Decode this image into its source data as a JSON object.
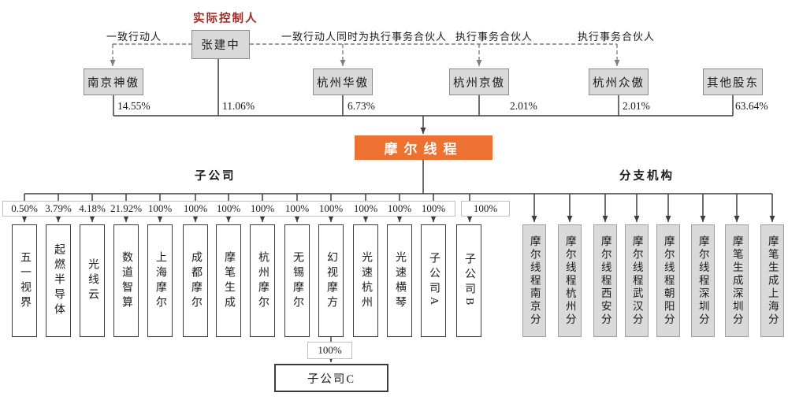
{
  "top": {
    "controller_tag": "实际控制人",
    "controller": {
      "name": "张建中",
      "pct": "11.06%"
    },
    "relation_labels": [
      {
        "label": "一致行动人"
      },
      {
        "label": "一致行动人同时为执行事务合伙人"
      },
      {
        "label": "执行事务合伙人"
      },
      {
        "label": "执行事务合伙人"
      }
    ],
    "shareholders": [
      {
        "name": "南京神傲",
        "pct": "14.55%"
      },
      {
        "name": "杭州华傲",
        "pct": "6.73%"
      },
      {
        "name": "杭州京傲",
        "pct": "2.01%"
      },
      {
        "name": "杭州众傲",
        "pct": "2.01%"
      },
      {
        "name": "其他股东",
        "pct": "63.64%"
      }
    ]
  },
  "company": {
    "name": "摩尔线程",
    "accent_color": "#ed7231"
  },
  "sections": {
    "subsidiaries_label": "子公司",
    "branches_label": "分支机构"
  },
  "subsidiaries": [
    {
      "name": "五一视界",
      "pct": "0.50%"
    },
    {
      "name": "起燃半导体",
      "pct": "3.79%"
    },
    {
      "name": "光线云",
      "pct": "4.18%"
    },
    {
      "name": "数道智算",
      "pct": "21.92%"
    },
    {
      "name": "上海摩尔",
      "pct": "100%"
    },
    {
      "name": "成都摩尔",
      "pct": "100%"
    },
    {
      "name": "摩笔生成",
      "pct": "100%"
    },
    {
      "name": "杭州摩尔",
      "pct": "100%"
    },
    {
      "name": "无锡摩尔",
      "pct": "100%"
    },
    {
      "name": "幻视摩方",
      "pct": "100%"
    },
    {
      "name": "光速杭州",
      "pct": "100%"
    },
    {
      "name": "光速横琴",
      "pct": "100%"
    },
    {
      "name": "子公司A",
      "pct": "100%"
    },
    {
      "name": "子公司B",
      "pct": "100%"
    }
  ],
  "grandchild": {
    "name": "子公司C",
    "pct": "100%",
    "parent": "幻视摩方"
  },
  "branches": [
    {
      "name": "摩尔线程南京分"
    },
    {
      "name": "摩尔线程杭州分"
    },
    {
      "name": "摩尔线程西安分"
    },
    {
      "name": "摩尔线程武汉分"
    },
    {
      "name": "摩尔线程朝阳分"
    },
    {
      "name": "摩尔线程深圳分"
    },
    {
      "name": "摩笔生成深圳分"
    },
    {
      "name": "摩笔生成上海分"
    }
  ],
  "diagram_colors": {
    "box_gray_fill": "#d9d9d9",
    "line_dark": "#3d3d3d",
    "dashed_gray": "#7f7f7f",
    "controller_tag_red": "#9e2b25"
  }
}
